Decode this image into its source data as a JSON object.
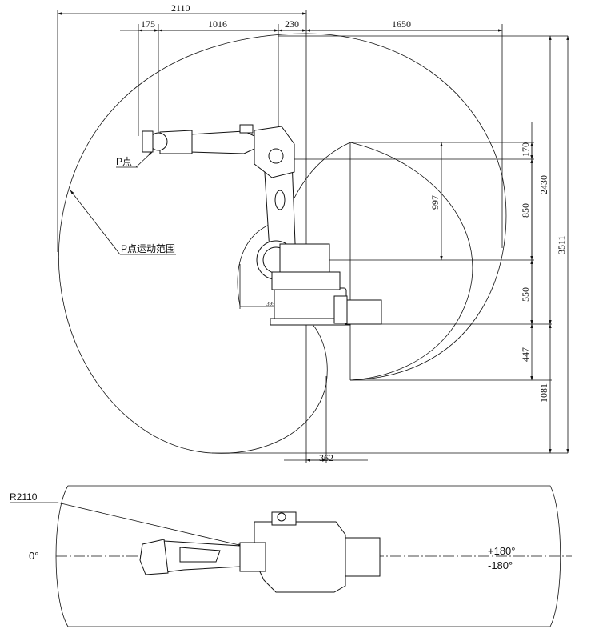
{
  "side_view": {
    "dims_top": {
      "overall": "2110",
      "d175": "175",
      "d1016": "1016",
      "d230": "230",
      "d1650": "1650"
    },
    "dims_right": {
      "d170": "170",
      "d850": "850",
      "d550": "550",
      "d447": "447",
      "d2430": "2430",
      "d3511": "3511",
      "d1081": "1081"
    },
    "dim_997": "997",
    "dim_362": "362",
    "dim_395": "395",
    "label_p": "P点",
    "label_range": "P点运动范围"
  },
  "top_view": {
    "radius": "R2110",
    "angle_zero": "0°",
    "angle_pos": "+180°",
    "angle_neg": "-180°"
  }
}
